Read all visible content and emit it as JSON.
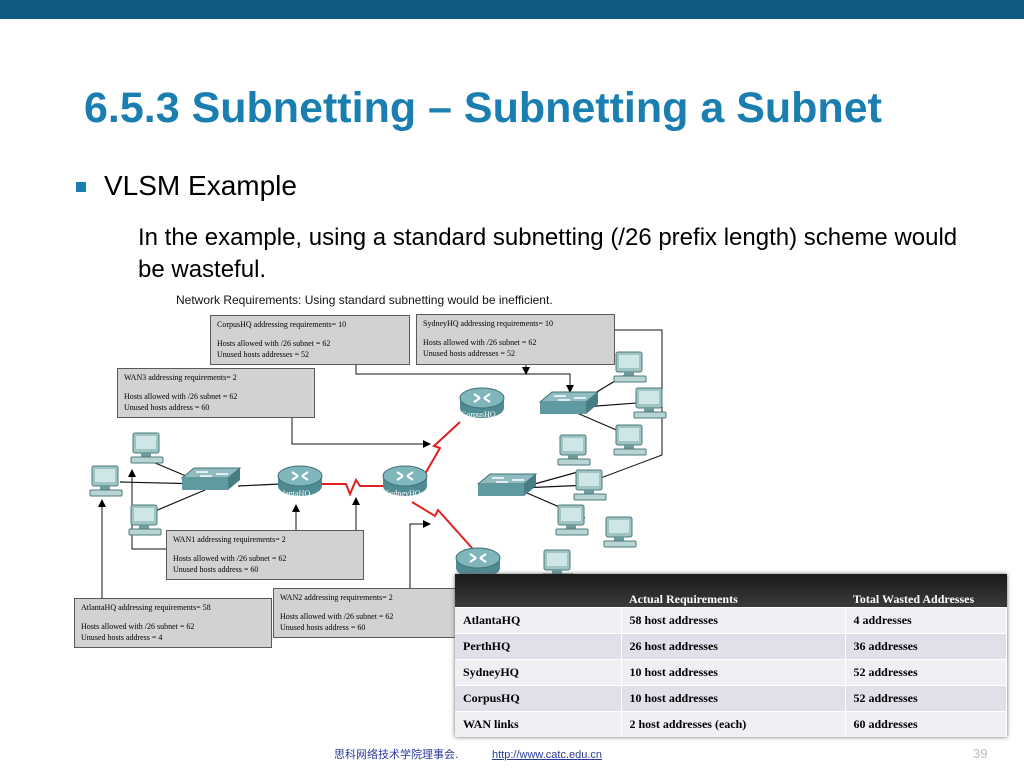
{
  "slide": {
    "title": "6.5.3 Subnetting – Subnetting a Subnet",
    "bullet": "VLSM Example",
    "paragraph": "In the example, using a standard subnetting (/26 prefix length) scheme would be wasteful."
  },
  "network": {
    "caption": "Network Requirements: Using standard subnetting would be inefficient.",
    "routers": {
      "corpushq": "CorpusHQ",
      "atlantahq": "AtlantaHQ",
      "sydneyhq": "SydneyHQ"
    },
    "boxes": {
      "corpushq": {
        "title": "CorpusHQ addressing requirements= 10",
        "allowed": "Hosts allowed with /26 subnet = 62",
        "unused": "Unused hosts addresses = 52"
      },
      "sydneyhq": {
        "title": "SydneyHQ addressing requirements= 10",
        "allowed": "Hosts allowed with /26 subnet = 62",
        "unused": "Unused hosts addresses = 52"
      },
      "wan3": {
        "title": "WAN3 addressing requirements= 2",
        "allowed": "Hosts allowed with /26 subnet = 62",
        "unused": "Unused hosts address = 60"
      },
      "wan1": {
        "title": "WAN1 addressing requirements= 2",
        "allowed": "Hosts allowed with /26 subnet = 62",
        "unused": "Unused hosts address = 60"
      },
      "wan2": {
        "title": "WAN2 addressing requirements= 2",
        "allowed": "Hosts allowed with /26 subnet = 62",
        "unused": "Unused hosts address = 60"
      },
      "atlantahq": {
        "title": "AtlantaHQ addressing requirements= 58",
        "allowed": "Hosts allowed with /26 subnet = 62",
        "unused": "Unused hosts address = 4"
      }
    }
  },
  "table": {
    "headers": [
      "",
      "Actual Requirements",
      "Total Wasted Addresses"
    ],
    "rows": [
      [
        "AtlantaHQ",
        "58 host addresses",
        "4 addresses"
      ],
      [
        "PerthHQ",
        "26 host addresses",
        "36 addresses"
      ],
      [
        "SydneyHQ",
        "10 host addresses",
        "52 addresses"
      ],
      [
        "CorpusHQ",
        "10 host addresses",
        "52 addresses"
      ],
      [
        "WAN links",
        "2 host addresses (each)",
        "60 addresses"
      ]
    ]
  },
  "footer": {
    "org": "思科网络技术学院理事会.",
    "url": "http://www.catc.edu.cn",
    "page": "39"
  },
  "colors": {
    "topbar": "#0e5a80",
    "title": "#1a7fb0",
    "wan_link": "#e02020",
    "router": "#5f9aa0",
    "footer_link": "#2a3a9a"
  }
}
